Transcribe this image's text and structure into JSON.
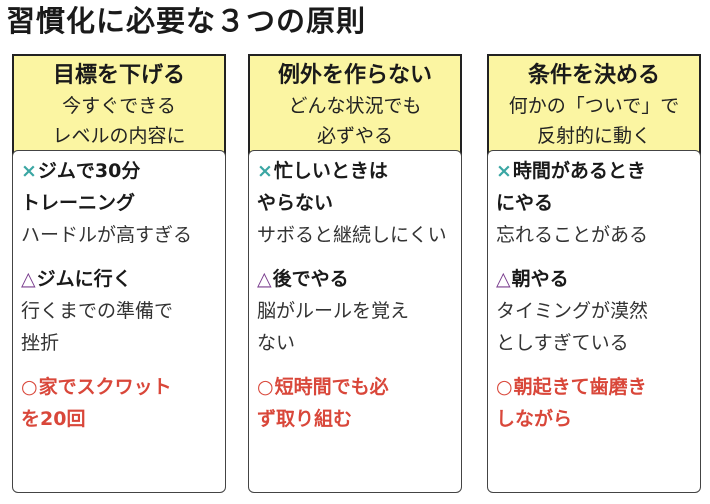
{
  "title": "習慣化に必要な３つの原則",
  "marks": {
    "x": "×",
    "triangle": "△",
    "circle": "○"
  },
  "colors": {
    "box_fill": "#fbf5a2",
    "x_mark": "#3aa6a3",
    "triangle_mark": "#7a3e8e",
    "good": "#d9473a"
  },
  "columns": [
    {
      "head": "目標を下げる",
      "sub": [
        "今すぐできる",
        "レベルの内容に"
      ],
      "bad": {
        "lines": [
          "ジムで30分",
          "トレーニング"
        ],
        "reason": [
          "ハードルが高すぎる"
        ]
      },
      "meh": {
        "lines": [
          "ジムに行く"
        ],
        "reason": [
          "行くまでの準備で",
          "挫折"
        ]
      },
      "good": {
        "lines": [
          "家でスクワット",
          "を20回"
        ]
      }
    },
    {
      "head": "例外を作らない",
      "sub": [
        "どんな状況でも",
        "必ずやる"
      ],
      "bad": {
        "lines": [
          "忙しいときは",
          "やらない"
        ],
        "reason": [
          "サボると継続しにくい"
        ]
      },
      "meh": {
        "lines": [
          "後でやる"
        ],
        "reason": [
          "脳がルールを覚え",
          "ない"
        ]
      },
      "good": {
        "lines": [
          "短時間でも必",
          "ず取り組む"
        ]
      }
    },
    {
      "head": "条件を決める",
      "sub": [
        "何かの「ついで」で",
        "反射的に動く"
      ],
      "bad": {
        "lines": [
          "時間があるとき",
          "にやる"
        ],
        "reason": [
          "忘れることがある"
        ]
      },
      "meh": {
        "lines": [
          "朝やる"
        ],
        "reason": [
          "タイミングが漠然",
          "としすぎている"
        ]
      },
      "good": {
        "lines": [
          "朝起きて歯磨き",
          "しながら"
        ]
      }
    }
  ]
}
